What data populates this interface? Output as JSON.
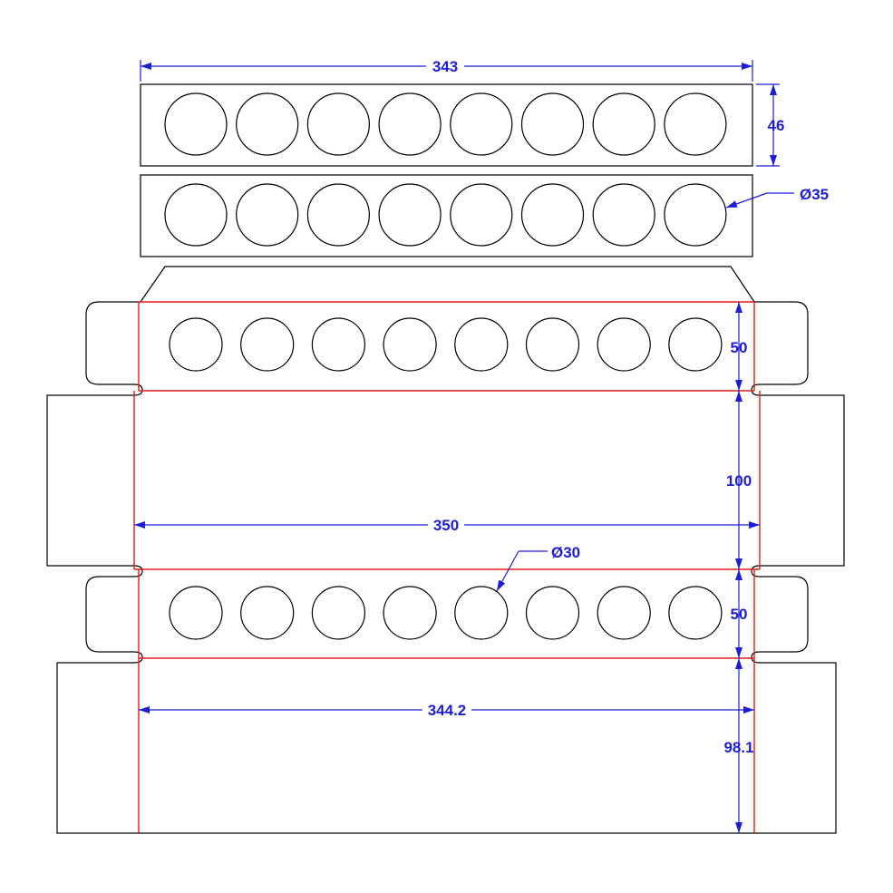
{
  "colors": {
    "outline": "#000000",
    "fold_line": "#e31b1b",
    "dimension": "#1d1dd6"
  },
  "dimensions": {
    "top_strip_width": "343",
    "top_strip_height": "46",
    "large_hole_diameter": "Ø35",
    "tab_height_upper": "50",
    "panel_height_middle": "100",
    "panel_width": "350",
    "small_hole_diameter": "Ø30",
    "tab_height_lower": "50",
    "bottom_panel_width": "344.2",
    "bottom_panel_height": "98.1"
  },
  "parts": {
    "top_strip_1": {
      "hole_count": 8
    },
    "top_strip_2": {
      "hole_count": 8
    },
    "upper_hole_row": {
      "hole_count": 8
    },
    "lower_hole_row": {
      "hole_count": 8
    }
  }
}
